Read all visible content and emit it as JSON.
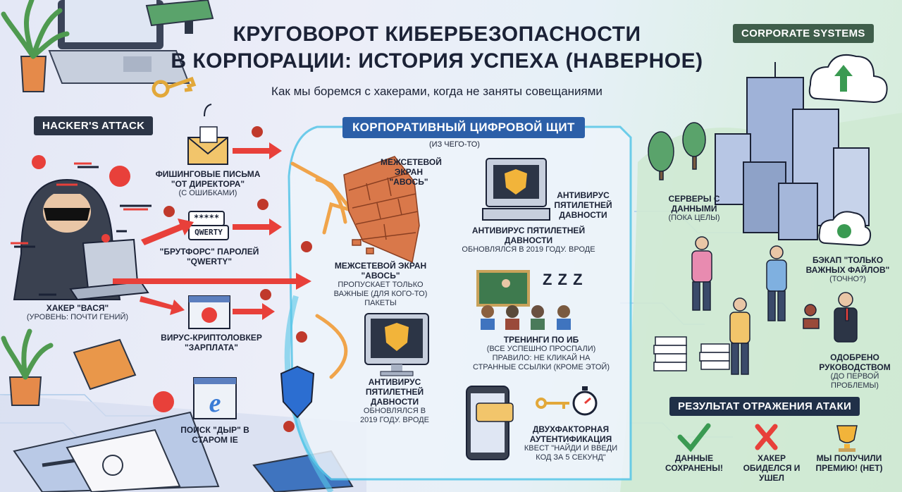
{
  "main": {
    "title_line1": "КРУГОВОРОТ КИБЕРБЕЗОПАСНОСТИ",
    "title_line2": "В КОРПОРАЦИИ: ИСТОРИЯ УСПЕХА (НАВЕРНОЕ)",
    "subtitle": "Как мы боремся с хакерами, когда не заняты совещаниями"
  },
  "sections": {
    "hacker": "HACKER'S ATTACK",
    "shield": "КОРПОРАТИВНЫЙ ЦИФРОВОЙ ЩИТ",
    "shield_note": "(ИЗ ЧЕГО-ТО)",
    "corporate": "CORPORATE SYSTEMS",
    "result": "РЕЗУЛЬТАТ ОТРАЖЕНИЯ АТАКИ"
  },
  "hacker": {
    "name": "ХАКЕР \"ВАСЯ\"",
    "level": "(УРОВЕНЬ: ПОЧТИ ГЕНИЙ)"
  },
  "attacks": {
    "phishing": {
      "title": "ФИШИНГОВЫЕ ПИСЬМА \"ОТ ДИРЕКТОРА\"",
      "note": "(С ОШИБКАМИ)"
    },
    "brute": {
      "password_mask": "*****",
      "password": "QWERTY",
      "title": "\"БРУТФОРС\" ПАРОЛЕЙ \"QWERTY\""
    },
    "virus": {
      "title": "ВИРУС-КРИПТОЛОВКЕР \"ЗАРПЛАТА\""
    },
    "ie": {
      "title": "ПОИСК \"ДЫР\" В СТАРОМ IE"
    }
  },
  "defense": {
    "firewall_top": "МЕЖСЕТЕВОЙ ЭКРАН \"АВОСЬ\"",
    "firewall_title": "МЕЖСЕТЕВОЙ ЭКРАН \"АВОСЬ\"",
    "firewall_note": "ПРОПУСКАЕТ ТОЛЬКО ВАЖНЫЕ (ДЛЯ КОГО-ТО) ПАКЕТЫ",
    "antivirus_small": "АНТИВИРУС ПЯТИЛЕТНЕЙ ДАВНОСТИ",
    "antivirus_mid_title": "АНТИВИРУС ПЯТИЛЕТНЕЙ ДАВНОСТИ",
    "antivirus_mid_note": "ОБНОВЛЯЛСЯ В 2019 ГОДУ. ВРОДЕ",
    "antivirus_low_title": "АНТИВИРУС ПЯТИЛЕТНЕЙ ДАВНОСТИ",
    "antivirus_low_note": "ОБНОВЛЯЛСЯ В 2019 ГОДУ. ВРОДЕ",
    "training_title": "ТРЕНИНГИ ПО ИБ",
    "training_note": "(ВСЕ УСПЕШНО ПРОСПАЛИ) ПРАВИЛО: НЕ КЛИКАЙ НА СТРАННЫЕ ССЫЛКИ (КРОМЕ ЭТОЙ)",
    "sleep": "Z Z Z",
    "twofa_title": "ДВУХФАКТОРНАЯ АУТЕНТИФИКАЦИЯ",
    "twofa_note": "КВЕСТ \"НАЙДИ И ВВЕДИ КОД ЗА 5 СЕКУНД\""
  },
  "corporate": {
    "servers_title": "СЕРВЕРЫ С ДАННЫМИ",
    "servers_note": "(ПОКА ЦЕЛЫ)",
    "backup_title": "БЭКАП \"ТОЛЬКО ВАЖНЫХ ФАЙЛОВ\"",
    "backup_note": "(ТОЧНО?)",
    "approved_title": "ОДОБРЕНО РУКОВОДСТВОМ",
    "approved_note": "(ДО ПЕРВОЙ ПРОБЛЕМЫ)"
  },
  "results": [
    {
      "label": "ДАННЫЕ СОХРАНЕНЫ!",
      "icon": "check-icon"
    },
    {
      "label": "ХАКЕР ОБИДЕЛСЯ И УШЕЛ",
      "icon": "cross-icon"
    },
    {
      "label": "МЫ ПОЛУЧИЛИ ПРЕМИЮ! (НЕТ)",
      "icon": "trophy-icon"
    }
  ],
  "colors": {
    "arrow": "#e8403a",
    "shield": "#2c5fa8",
    "dark": "#1b2236",
    "brick": "#d9784a",
    "green": "#3a9a52"
  }
}
